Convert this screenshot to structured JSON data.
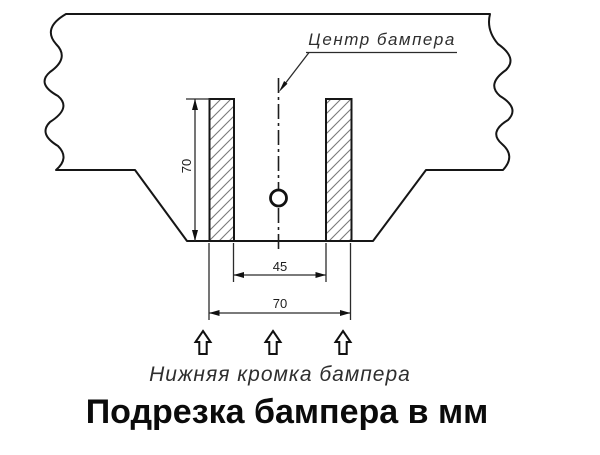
{
  "diagram": {
    "labels": {
      "center": "Центр бампера",
      "bottom_edge": "Нижняя кромка бампера"
    },
    "dimensions": {
      "slot_depth": "70",
      "inner_width": "45",
      "outer_width": "70"
    },
    "title": "Подрезка бампера в мм",
    "colors": {
      "line": "#161616",
      "dimension": "#2b2b2b",
      "hatch": "#7a7a7a",
      "background": "#ffffff"
    }
  }
}
